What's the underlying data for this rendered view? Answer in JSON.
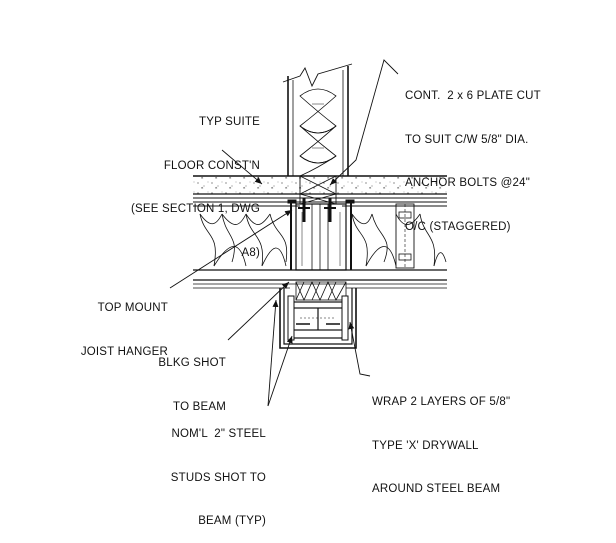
{
  "title": "",
  "colors": {
    "line": "#111111",
    "background": "#ffffff",
    "hatch": "#444444"
  },
  "notes": {
    "suite_floor": [
      "TYP SUITE",
      "FLOOR CONST'N",
      "(SEE SECTION 1, DWG",
      "A8)"
    ],
    "plate": [
      "CONT.  2 x 6 PLATE CUT",
      "TO SUIT C/W 5/8\" DIA.",
      "ANCHOR BOLTS @24\"",
      "O/C (STAGGERED)"
    ],
    "hanger": [
      "TOP MOUNT",
      "JOIST HANGER"
    ],
    "blocking": [
      "BLKG SHOT",
      "TO BEAM"
    ],
    "studs": [
      "NOM'L  2\" STEEL",
      "STUDS SHOT TO",
      "BEAM (TYP)"
    ],
    "drywall": [
      "WRAP 2 LAYERS OF 5/8\"",
      "TYPE 'X' DRYWALL",
      "AROUND STEEL BEAM"
    ]
  },
  "icons": [
    "insulation-batt-icon",
    "anchor-bolt-icon",
    "steel-beam-icon"
  ]
}
